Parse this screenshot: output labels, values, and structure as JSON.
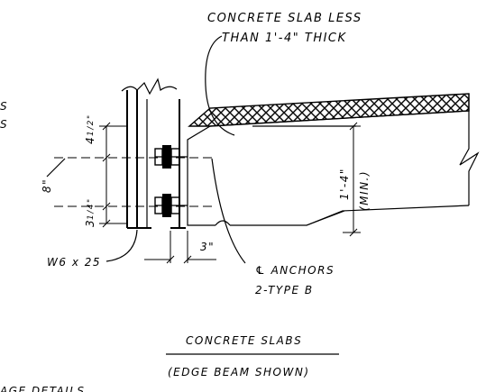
{
  "labels": {
    "slab_note_line1": "CONCRETE SLAB LESS",
    "slab_note_line2": "THAN 1'-4\"  THICK",
    "partial_left_top": "S",
    "partial_left_bottom": "S",
    "dim_4_half_whole": "4",
    "dim_4_half_frac": "1/2\"",
    "dim_8": "8\"",
    "dim_3_quarter_whole": "3",
    "dim_3_quarter_frac": "1/4\"",
    "dim_1_4": "1'-4\"",
    "dim_min": "(MIN.)",
    "dim_3": "3\"",
    "beam_label": "W6 x 25",
    "anchors_line1": "℄ ANCHORS",
    "anchors_line2": "2-TYPE B",
    "title": "CONCRETE SLABS",
    "subtitle": "(EDGE BEAM SHOWN)",
    "partial_bottom": "AGE DETAILS"
  },
  "colors": {
    "ink": "#000000",
    "paper": "#ffffff"
  }
}
